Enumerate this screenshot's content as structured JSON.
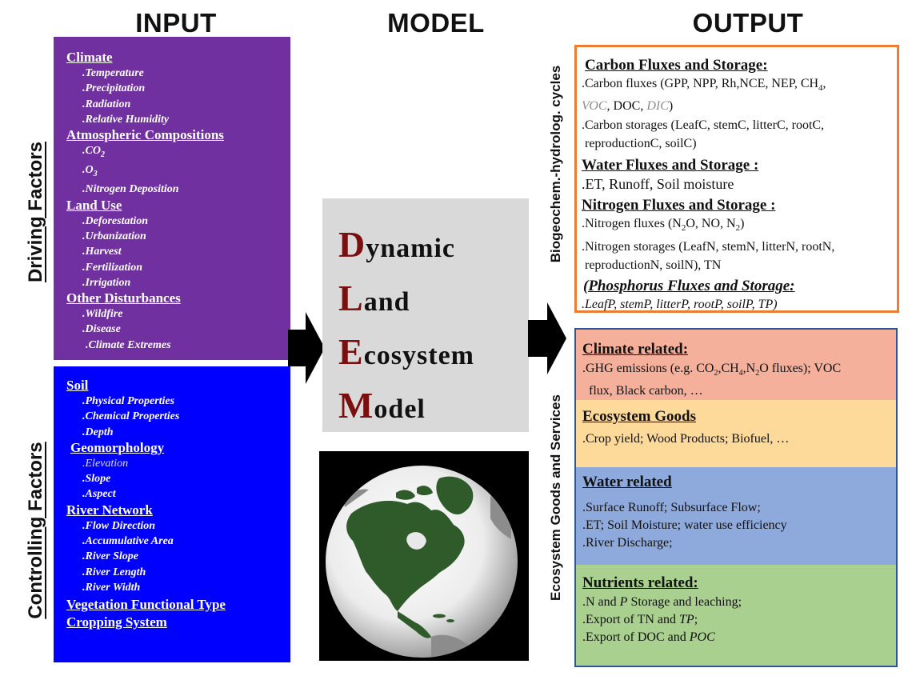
{
  "headers": {
    "input": "INPUT",
    "model": "MODEL",
    "output": "OUTPUT"
  },
  "side_labels": {
    "driving": "Driving Factors",
    "controlling": "Controlling Factors",
    "biogeo": "Biogeochem.-hydrolog. cycles",
    "ecoservices": "Ecosystem Goods and Services"
  },
  "driving": {
    "color": "#7030a0",
    "groups": [
      {
        "title": "Climate",
        "items": [
          ".Temperature",
          ".Precipitation",
          ".Radiation",
          ".Relative Humidity"
        ]
      },
      {
        "title": "Atmospheric Compositions",
        "items": [
          ".CO",
          ".O",
          ".Nitrogen Deposition"
        ]
      },
      {
        "title": "Land Use",
        "items": [
          ".Deforestation",
          ".Urbanization",
          ".Harvest",
          ".Fertilization",
          ".Irrigation"
        ]
      },
      {
        "title": "Other Disturbances",
        "items": [
          ".Wildfire",
          ".Disease",
          ".Climate Extremes"
        ]
      }
    ],
    "subscripts": {
      "co2": "2",
      "o3": "3"
    }
  },
  "controlling": {
    "color": "#0000ff",
    "groups": [
      {
        "title": "Soil",
        "items": [
          ".Physical Properties",
          ".Chemical Properties",
          ".Depth"
        ]
      },
      {
        "title": "Geomorphology",
        "items": [
          ".Elevation",
          ".Slope",
          ".Aspect"
        ]
      },
      {
        "title": "River Network",
        "items": [
          ".Flow Direction",
          ".Accumulative Area",
          ".River Slope",
          ".River Length",
          ".River Width"
        ]
      },
      {
        "title": "Vegetation Functional Type",
        "items": []
      },
      {
        "title": "Cropping System",
        "items": []
      }
    ]
  },
  "model": {
    "box_color": "#d9d9d9",
    "accent_color": "#7a0f0f",
    "lines": [
      {
        "cap": "D",
        "rest": "ynamic"
      },
      {
        "cap": "L",
        "rest": "and"
      },
      {
        "cap": "E",
        "rest": "cosystem"
      },
      {
        "cap": "M",
        "rest": "odel"
      }
    ],
    "globe": {
      "icon": "globe-north-america-icon",
      "land_color": "#2f5a2a",
      "ocean_color": "#f2f2f2",
      "bg": "#000000"
    }
  },
  "biogeo_box": {
    "border_color": "#ed7d31",
    "carbon_title": "Carbon Fluxes and Storage:",
    "carbon_flux_a": ".Carbon fluxes (GPP, NPP, Rh,NCE, NEP, CH",
    "carbon_flux_sub": "4",
    "carbon_flux_b": ",",
    "voc": "VOC",
    "doc": ", DOC, ",
    "dic": "DIC",
    "close": ")",
    "carbon_store_1": ".Carbon storages (LeafC, stemC, litterC, rootC,",
    "carbon_store_2": "reproductionC, soilC)",
    "water_title": "Water Fluxes and Storage :",
    "water_line": ".ET, Runoff, Soil moisture",
    "nitrogen_title": "Nitrogen Fluxes and Storage :",
    "nitrogen_flux": ".Nitrogen fluxes (N",
    "nitrogen_flux_sub1": "2",
    "nitrogen_flux_mid": "O, NO, N",
    "nitrogen_flux_sub2": "2",
    "nitrogen_flux_end": ")",
    "nitrogen_store_1": ".Nitrogen storages (LeafN, stemN, litterN, rootN,",
    "nitrogen_store_2": "reproductionN, soilN), TN",
    "phos_title": "(Phosphorus Fluxes and Storage:",
    "phos_line": ".LeafP, stemP, litterP, rootP, soilP, TP)"
  },
  "services": {
    "border_color": "#2e5597",
    "sections": [
      {
        "key": "climate",
        "color": "#f4b09a",
        "title": "Climate related:"
      },
      {
        "key": "goods",
        "color": "#fdd99a",
        "title": "Ecosystem Goods"
      },
      {
        "key": "water",
        "color": "#8ea9db",
        "title": "Water related"
      },
      {
        "key": "nutrients",
        "color": "#a9d08e",
        "title": "Nutrients related:"
      }
    ],
    "climate_a": ".GHG emissions (e.g. CO",
    "climate_s1": "2",
    "climate_b": ",CH",
    "climate_s2": "4",
    "climate_c": ",N",
    "climate_s3": "2",
    "climate_d": "O fluxes); ",
    "climate_voc": "VOC",
    "climate_line2": "flux, Black carbon, …",
    "goods_line": ".Crop yield; Wood Products; Biofuel, …",
    "water_lines": [
      ".Surface Runoff; Subsurface Flow;",
      ".ET; Soil Moisture; water use efficiency",
      ".River Discharge;"
    ],
    "nut_line1_a": ".N and ",
    "nut_line1_p": "P",
    "nut_line1_b": " Storage and leaching;",
    "nut_line2_a": ".Export of TN and ",
    "nut_line2_tp": "TP",
    "nut_line2_b": ";",
    "nut_line3_a": ".Export of DOC and ",
    "nut_line3_poc": "POC"
  }
}
